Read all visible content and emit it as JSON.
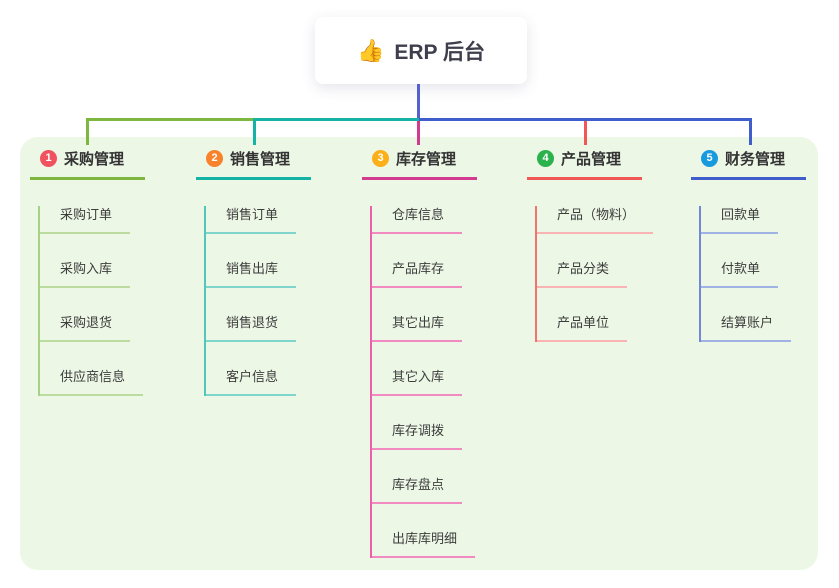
{
  "root": {
    "label": "ERP 后台",
    "emoji": "👍",
    "icon": "thumbs-up-icon"
  },
  "panel": {
    "background": "#ecf7e6"
  },
  "connector_color": "#5561cf",
  "branches": [
    {
      "number": "1",
      "label": "采购管理",
      "badge_color": "#f0525f",
      "colors": {
        "header": "#7eb73f",
        "stem": "#a6d284",
        "child": "#bcdc9f"
      },
      "children": [
        "采购订单",
        "采购入库",
        "采购退货",
        "供应商信息"
      ]
    },
    {
      "number": "2",
      "label": "销售管理",
      "badge_color": "#f8832c",
      "colors": {
        "header": "#14b3a6",
        "stem": "#52c6bb",
        "child": "#7fd5cb"
      },
      "children": [
        "销售订单",
        "销售出库",
        "销售退货",
        "客户信息"
      ]
    },
    {
      "number": "3",
      "label": "库存管理",
      "badge_color": "#fbaf18",
      "colors": {
        "header": "#d33b90",
        "stem": "#ec60a8",
        "child": "#f18ac1"
      },
      "children": [
        "仓库信息",
        "产品库存",
        "其它出库",
        "其它入库",
        "库存调拨",
        "库存盘点",
        "出库库明细"
      ]
    },
    {
      "number": "4",
      "label": "产品管理",
      "badge_color": "#2cb24c",
      "colors": {
        "header": "#f25757",
        "stem": "#f3716e",
        "child": "#f8b3b2"
      },
      "children": [
        "产品（物料）",
        "产品分类",
        "产品单位"
      ]
    },
    {
      "number": "5",
      "label": "财务管理",
      "badge_color": "#189ade",
      "colors": {
        "header": "#3f5ecb",
        "stem": "#7288d8",
        "child": "#9fb2e4"
      },
      "children": [
        "回款单",
        "付款单",
        "结算账户"
      ]
    }
  ]
}
